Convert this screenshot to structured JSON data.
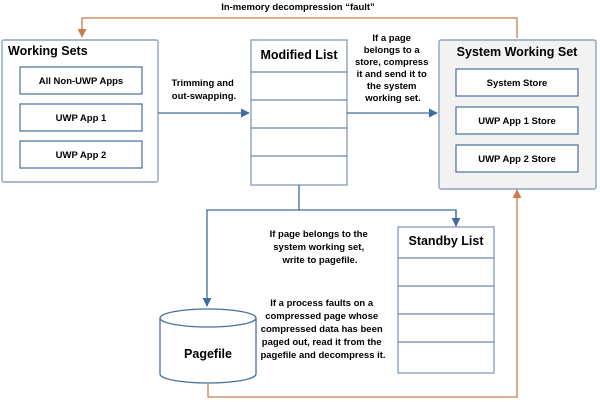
{
  "top_label": "In-memory decompression “fault”",
  "working_sets": {
    "title": "Working Sets",
    "items": [
      "All Non-UWP Apps",
      "UWP App 1",
      "UWP App 2"
    ]
  },
  "modified_list": {
    "title": "Modified List"
  },
  "system_working_set": {
    "title": "System Working Set",
    "items": [
      "System Store",
      "UWP App 1 Store",
      "UWP App 2 Store"
    ]
  },
  "standby_list": {
    "title": "Standby List"
  },
  "pagefile": {
    "title": "Pagefile"
  },
  "annotations": {
    "trimming": [
      "Trimming and",
      "out-swapping."
    ],
    "compress": [
      "If a page",
      "belongs to a",
      "store, compress",
      "it and send it to",
      "the system",
      "working set."
    ],
    "write_pagefile": [
      "If page belongs to the",
      "system working set,",
      "write to pagefile."
    ],
    "fault_read": [
      "If a process faults on a",
      "compressed page whose",
      "compressed data has been",
      "paged out, read it from the",
      "pagefile and decompress it."
    ]
  },
  "colors": {
    "outer_border": "#8da2c2",
    "inner_border": "#4a6d9e",
    "flow_arrow": "#3e6da0",
    "fault_arrow": "#c97c4e",
    "system_panel_fill": "#f2f2f2"
  }
}
